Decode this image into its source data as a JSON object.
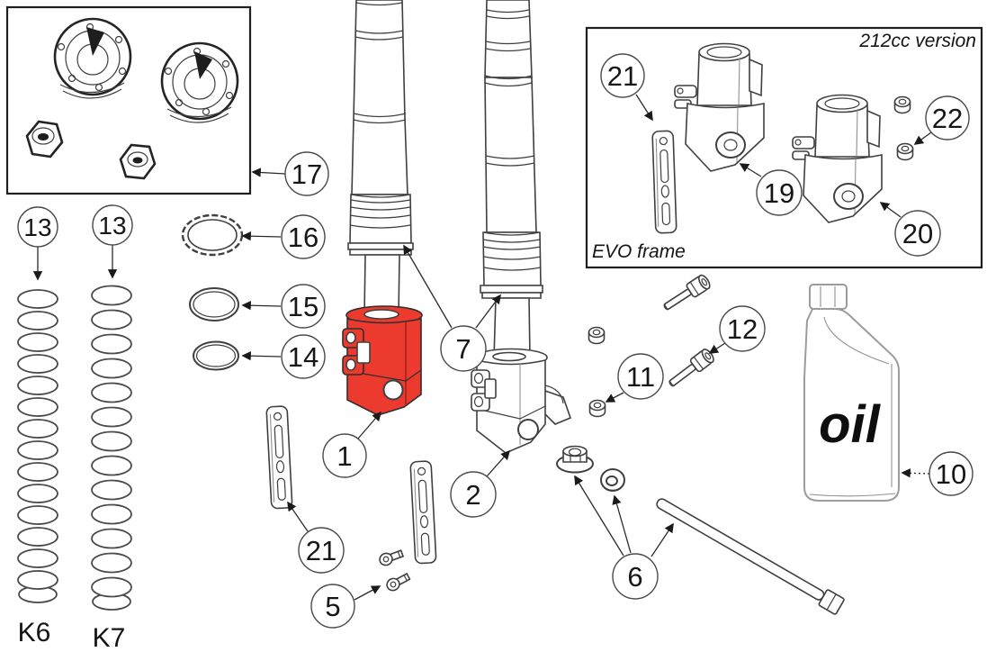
{
  "colors": {
    "highlight_red": "#ec3b2e"
  },
  "labels": {
    "version": "212cc version",
    "frame": "EVO frame",
    "oil": "oil",
    "spring_left": "K6",
    "spring_right": "K7"
  },
  "callouts": {
    "c1": "1",
    "c2": "2",
    "c5": "5",
    "c6": "6",
    "c7": "7",
    "c10": "10",
    "c11": "11",
    "c12": "12",
    "c13_left": "13",
    "c13_right": "13",
    "c14": "14",
    "c15": "15",
    "c16": "16",
    "c17": "17",
    "c19": "19",
    "c20": "20",
    "c21_main": "21",
    "c21_evo": "21",
    "c22": "22"
  }
}
